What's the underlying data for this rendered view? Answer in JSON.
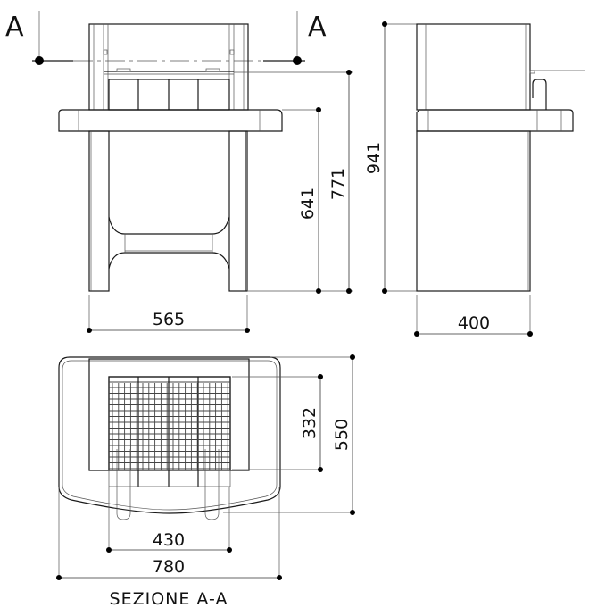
{
  "drawing": {
    "section_marker_left": "A",
    "section_marker_right": "A",
    "section_caption": "SEZIONE  A-A",
    "views": {
      "front": {
        "label": "front-elevation",
        "dimensions": {
          "width": "565",
          "height_worktop": "641",
          "height_grill": "771",
          "height_total": "941"
        }
      },
      "side": {
        "label": "side-elevation",
        "dimensions": {
          "depth": "400"
        }
      },
      "section": {
        "label": "section-a-a",
        "dimensions": {
          "grill_depth": "332",
          "total_depth": "550",
          "grill_width": "430",
          "total_width": "780"
        }
      }
    },
    "colors": {
      "line": "#1a1a1a",
      "background": "#ffffff",
      "hatch": "#666666"
    }
  }
}
